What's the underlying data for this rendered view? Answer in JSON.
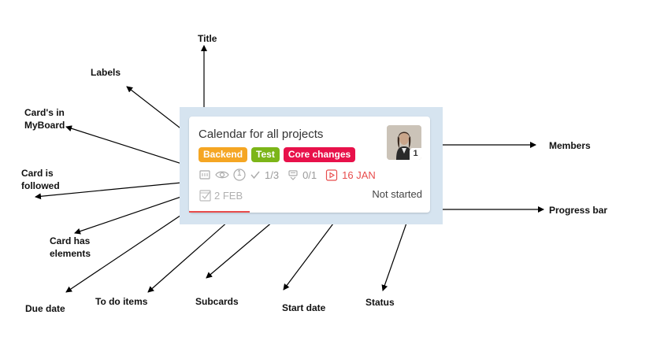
{
  "callouts": {
    "title": "Title",
    "labels": "Labels",
    "myboard": "Card's in MyBoard",
    "followed": "Card is followed",
    "elements": "Card has elements",
    "due_date": "Due date",
    "todo": "To do items",
    "subcards": "Subcards",
    "start_date": "Start date",
    "status": "Status",
    "members": "Members",
    "progress_bar": "Progress bar"
  },
  "card": {
    "title": "Calendar for all projects",
    "labels": [
      {
        "text": "Backend",
        "color": "#f5a623"
      },
      {
        "text": "Test",
        "color": "#7cb518"
      },
      {
        "text": "Core changes",
        "color": "#e8114a"
      }
    ],
    "member_count": "1",
    "elements_count": "1",
    "todo": "1/3",
    "subcards": "0/1",
    "start_date": "16 JAN",
    "due_date": "2 FEB",
    "status": "Not started",
    "progress_fraction": 0.25,
    "progress_color": "#e84c4c",
    "board_background": "#d6e4f0",
    "icons": [
      "myboard-icon",
      "eye-icon",
      "elements-icon",
      "check-icon",
      "subcards-icon",
      "start-date-icon",
      "due-date-icon"
    ]
  }
}
